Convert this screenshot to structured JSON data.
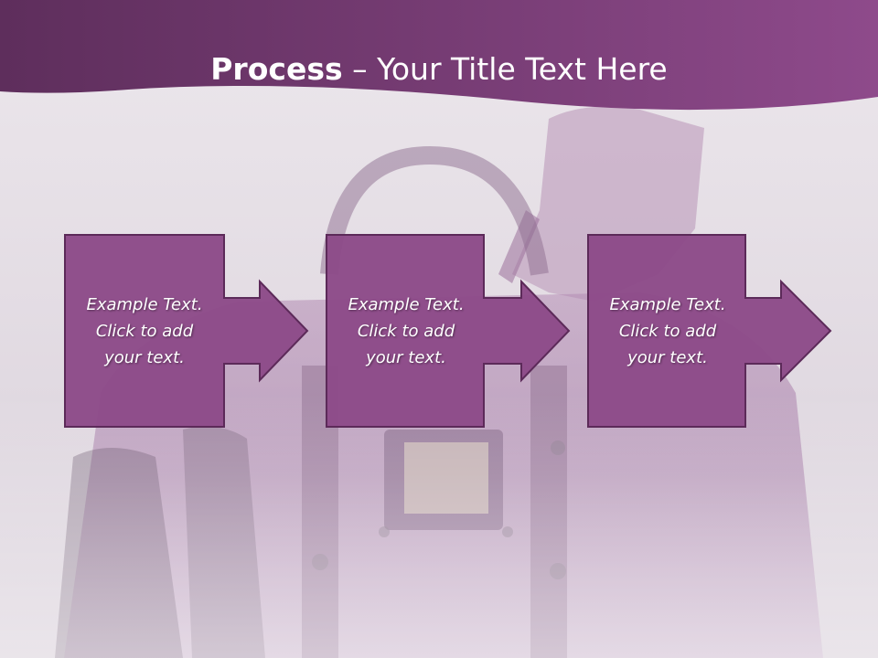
{
  "slide": {
    "title_bold": "Process",
    "title_separator": " – ",
    "title_rest": "Your Title Text Here",
    "steps": [
      {
        "text": "Example Text.\nClick  to add\nyour text."
      },
      {
        "text": "Example Text.\nClick  to add\nyour text."
      },
      {
        "text": "Example Text.\nClick  to add\nyour text."
      }
    ]
  },
  "colors": {
    "header_start": "#5e2e5c",
    "header_end": "#8e4a8b",
    "box_fill": "#8c4a88",
    "box_border": "#5c2a59",
    "background": "#e7e2e7"
  }
}
